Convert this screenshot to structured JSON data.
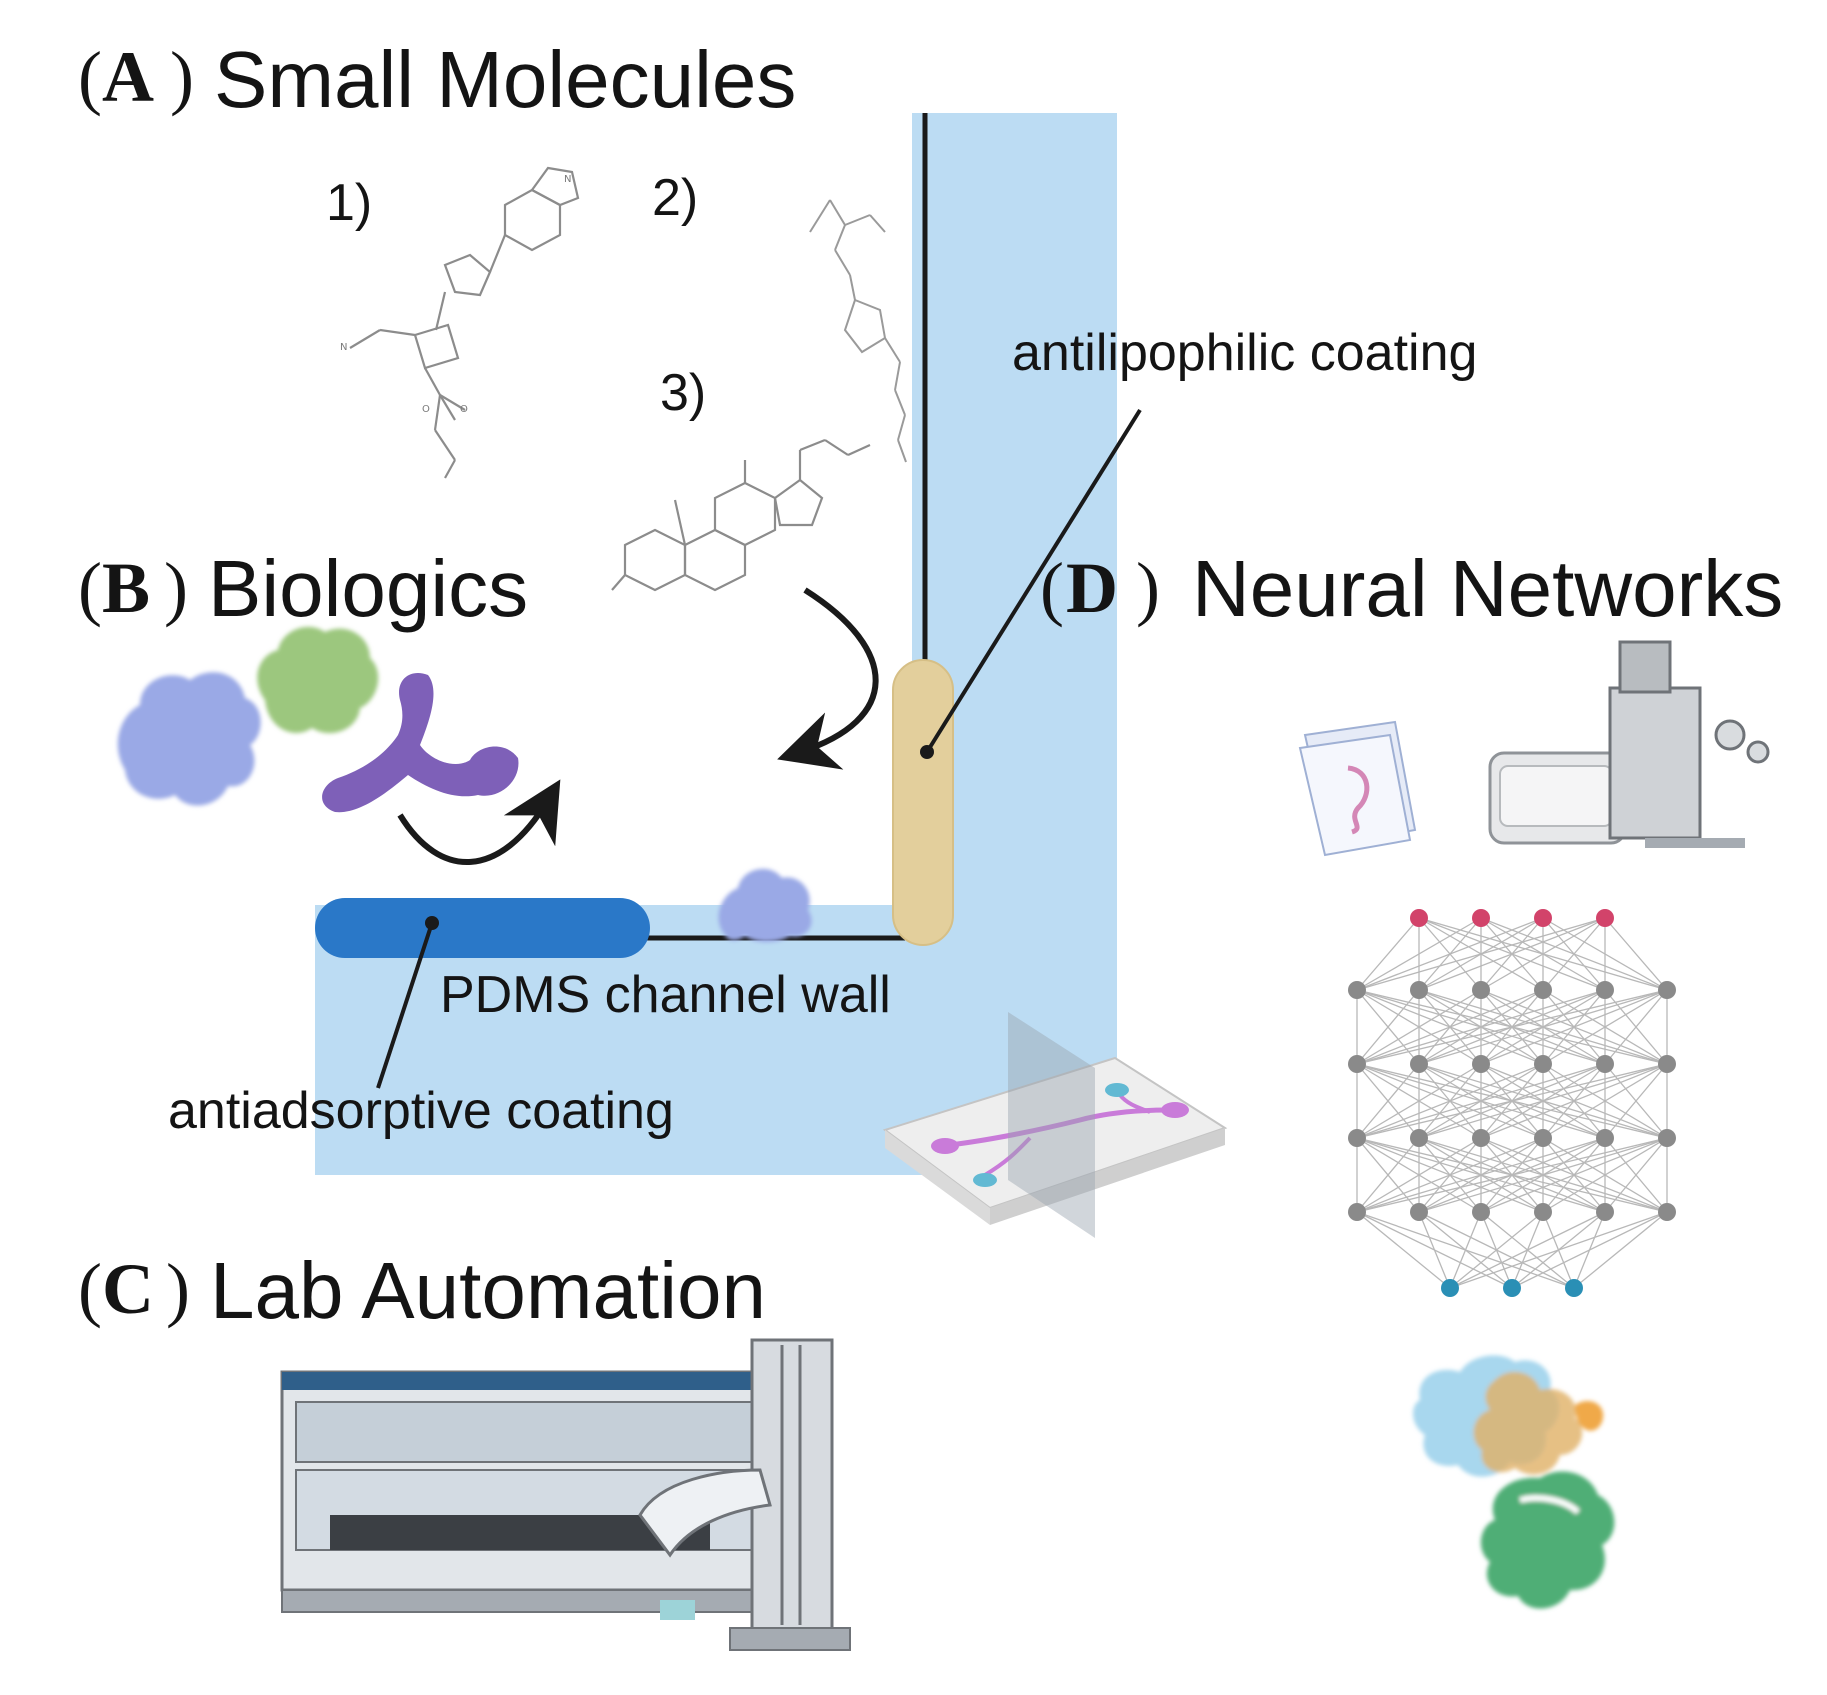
{
  "panels": {
    "a": {
      "letter": "A",
      "title": "Small Molecules"
    },
    "b": {
      "letter": "B",
      "title": "Biologics"
    },
    "c": {
      "letter": "C",
      "title": "Lab Automation"
    },
    "d": {
      "letter": "D",
      "title": "Neural Networks"
    }
  },
  "molecules": [
    "1)",
    "2)",
    "3)"
  ],
  "labels": {
    "antilipophilic": "antilipophilic coating",
    "pdms": "PDMS channel wall",
    "antiadsorptive": "antiadsorptive coating"
  },
  "network": {
    "layers": [
      4,
      6,
      6,
      6,
      6,
      3
    ]
  },
  "colors": {
    "channel_blue": "#bcdcf3",
    "coating_dark_blue": "#2a78c8",
    "coating_tan": "#e3cf9c",
    "node_input": "#d2436a",
    "node_hidden": "#8a8a8a",
    "node_output": "#2a8fb5",
    "protein_blue": "#9aa9e6",
    "protein_green": "#9cc77e",
    "antibody_purple": "#7e60b8"
  },
  "icons": [
    "protein-blob-icon",
    "antibody-icon",
    "microscope-icon",
    "slide-stack-icon",
    "microfluidic-chip-icon",
    "liquid-handler-icon",
    "folded-protein-icon"
  ]
}
